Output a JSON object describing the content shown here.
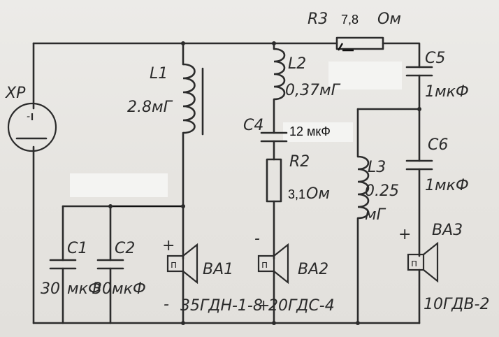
{
  "connector": {
    "ref": "XP"
  },
  "components": {
    "L1": {
      "ref": "L1",
      "value": "2.8мГ"
    },
    "L2": {
      "ref": "L2",
      "value": "0,37мГ"
    },
    "L3": {
      "ref": "L3",
      "value_top": "0.25",
      "value_bottom": "мГ"
    },
    "R2": {
      "ref": "R2",
      "value_num": "3,1",
      "value_unit": "Ом"
    },
    "R3": {
      "ref": "R3",
      "value_num": "7,8",
      "value_unit": "Ом"
    },
    "C1": {
      "ref": "C1",
      "value_num": "30",
      "value_unit": "мкФ"
    },
    "C2": {
      "ref": "C2",
      "value": "30мкФ"
    },
    "C4": {
      "ref": "C4",
      "value": "12 мкФ"
    },
    "C5": {
      "ref": "C5",
      "value": "1мкФ"
    },
    "C6": {
      "ref": "C6",
      "value": "1мкФ"
    },
    "BA1": {
      "ref": "BA1",
      "model": "35ГДН-1-8",
      "plus": "+",
      "minus": "-"
    },
    "BA2": {
      "ref": "BA2",
      "model": "20ГДС-4",
      "plus": "+",
      "minus": "-"
    },
    "BA3": {
      "ref": "BA3",
      "model": "10ГДВ-2",
      "plus": "+"
    }
  },
  "colors": {
    "ink": "#2b2b2b",
    "paper": "#e9e7e4"
  }
}
